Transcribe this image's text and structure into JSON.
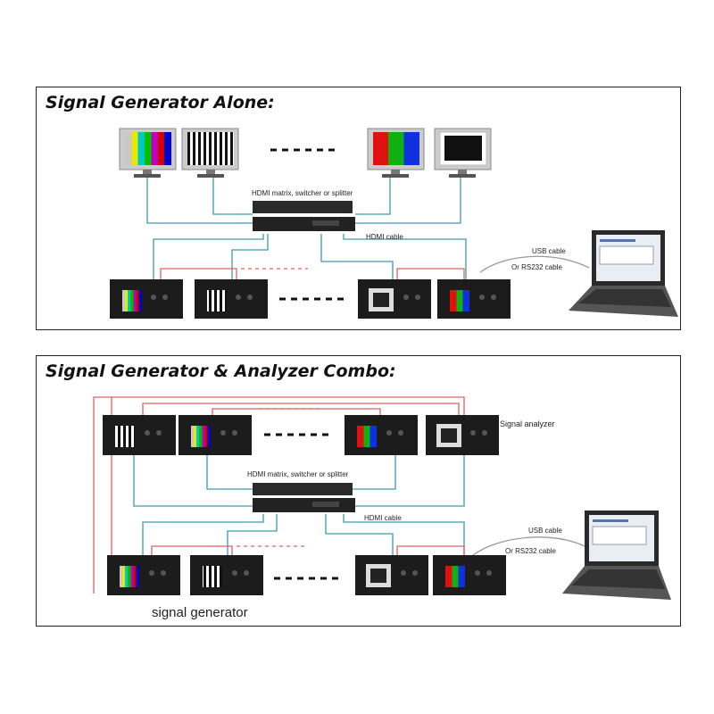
{
  "panels": [
    {
      "title": "Signal Generator Alone:",
      "matrix_label": "HDMI matrix, switcher or splitter",
      "hdmi_cable_label": "HDMI cable",
      "usb_cable_label": "USB cable",
      "rs232_cable_label": "Or RS232 cable"
    },
    {
      "title": "Signal Generator & Analyzer Combo:",
      "matrix_label": "HDMI matrix, switcher or splitter",
      "hdmi_cable_label": "HDMI cable",
      "usb_cable_label": "USB cable",
      "rs232_cable_label": "Or RS232 cable",
      "analyzer_label": "Signal analyzer",
      "generator_label": "signal generator"
    }
  ],
  "colors": {
    "blue_cable": "#3a9bb0",
    "red_cable": "#e06060",
    "device_body": "#1c1c1c"
  },
  "icons": [
    "monitor-icon",
    "device-icon",
    "matrix-switcher-icon",
    "laptop-icon"
  ]
}
